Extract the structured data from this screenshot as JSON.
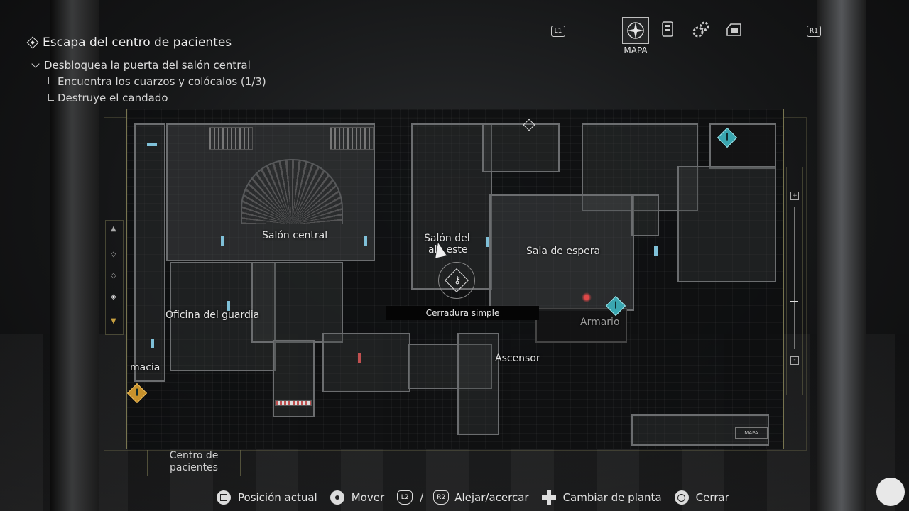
{
  "objectives": {
    "main": "Escapa del centro de pacientes",
    "sub": "Desbloquea la puerta del salón central",
    "steps": [
      "Encuentra los cuarzos y colócalos (1/3)",
      "Destruye el candado"
    ]
  },
  "tabs": {
    "left_button": "L1",
    "right_button": "R1",
    "active_label": "MAPA",
    "items": [
      {
        "icon": "map-compass-icon",
        "active": true
      },
      {
        "icon": "files-icon",
        "active": false
      },
      {
        "icon": "gears-icon",
        "active": false
      },
      {
        "icon": "inventory-case-icon",
        "active": false
      }
    ]
  },
  "map": {
    "rooms": {
      "central_hall": "Salón central",
      "east_wing_hall_a": "Salón del",
      "east_wing_hall_b": "ala este",
      "waiting_room": "Sala de espera",
      "guard_office": "Oficina del guardia",
      "closet": "Armario",
      "elevator": "Ascensor",
      "pharmacy_partial": "macia"
    },
    "tooltip": "Cerradura simple",
    "mini_tag": "MAPA",
    "floor_name": "Centro de pacientes",
    "colors": {
      "door": "#7fc0d8",
      "locked_door": "#c05050",
      "marker": "#3aa6b0",
      "border": "#77744f"
    }
  },
  "controls": [
    {
      "button": "square",
      "label": "Posición actual"
    },
    {
      "button": "L",
      "label": "Mover"
    },
    {
      "button": "L2",
      "button2": "R2",
      "label": "Alejar/acercar"
    },
    {
      "button": "dpad",
      "label": "Cambiar de planta"
    },
    {
      "button": "circle",
      "label": "Cerrar"
    }
  ]
}
